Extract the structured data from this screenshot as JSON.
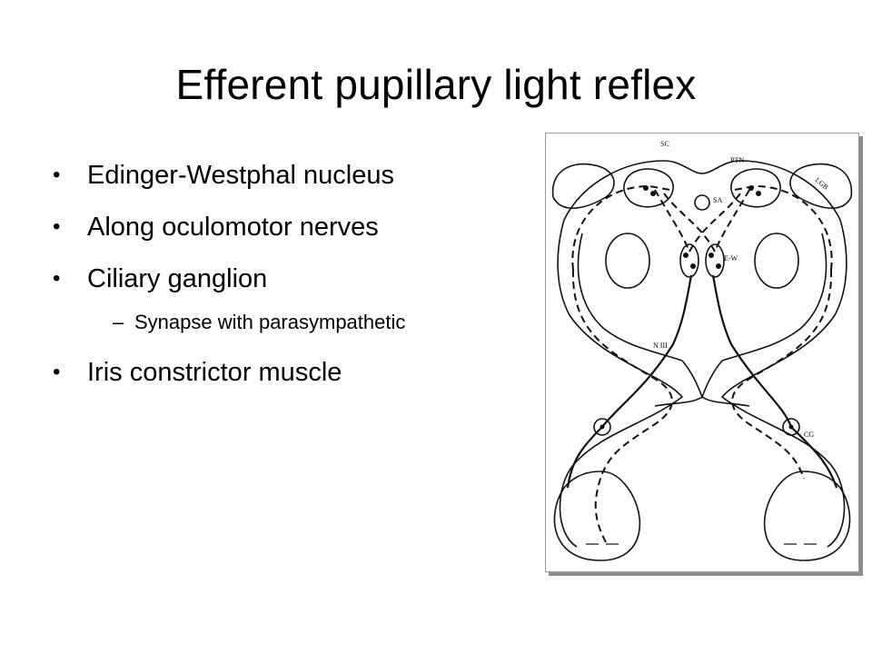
{
  "slide": {
    "title": "Efferent pupillary light reflex"
  },
  "bullets": [
    {
      "level": 1,
      "text": "Edinger-Westphal nucleus"
    },
    {
      "level": 1,
      "text": "Along oculomotor nerves"
    },
    {
      "level": 1,
      "text": "Ciliary ganglion"
    },
    {
      "level": 2,
      "text": "Synapse with parasympathetic"
    },
    {
      "level": 1,
      "text": "Iris constrictor muscle"
    }
  ],
  "markers": {
    "level1": "•",
    "level2": "–"
  },
  "figure": {
    "labels": {
      "sc": "SC",
      "ptn": "PTN",
      "sa": "SA",
      "lgb": "LGB",
      "ew": "E-W",
      "n3": "N III",
      "cg": "CG"
    }
  }
}
